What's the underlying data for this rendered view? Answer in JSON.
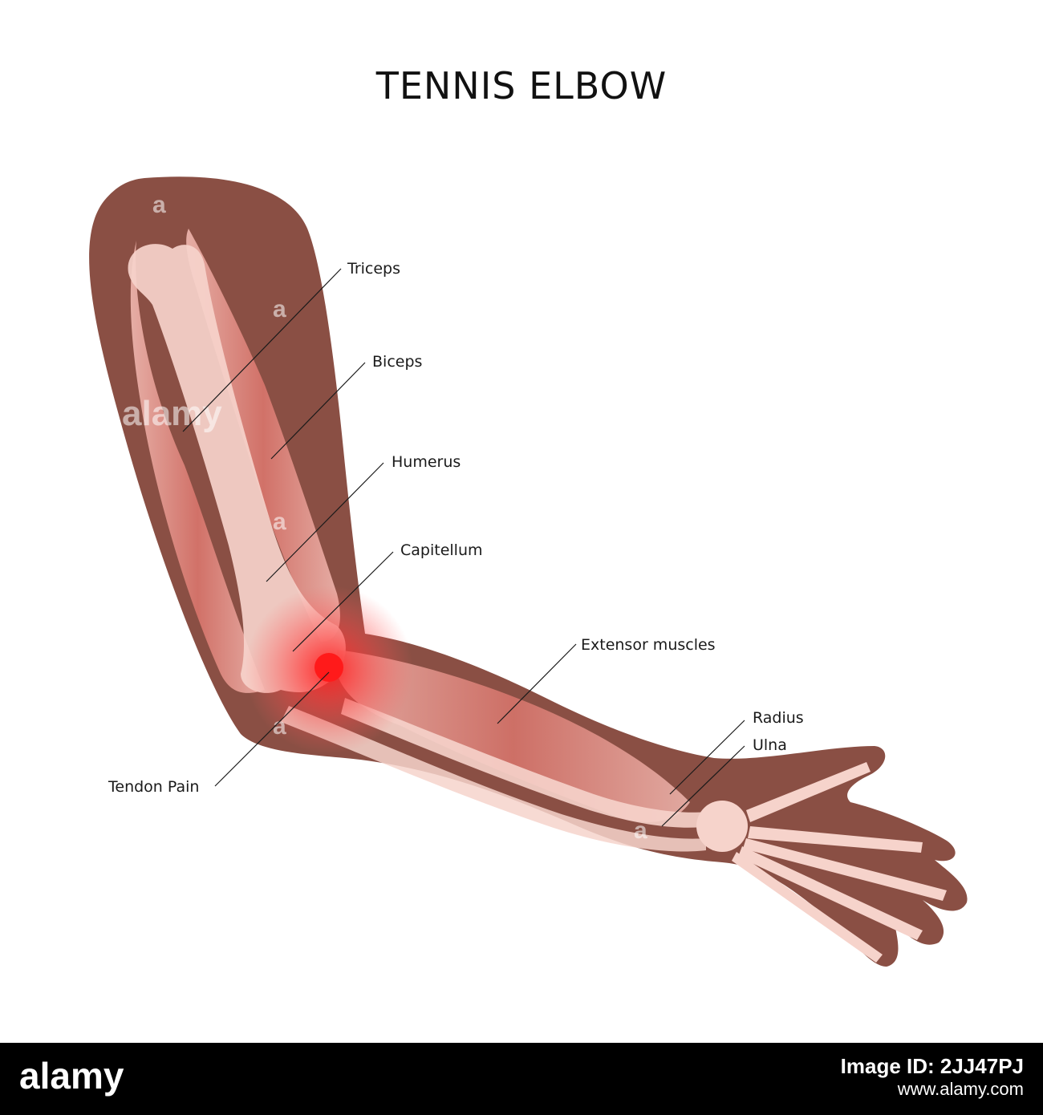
{
  "title": "TENNIS ELBOW",
  "labels": [
    {
      "key": "triceps",
      "text": "Triceps"
    },
    {
      "key": "biceps",
      "text": "Biceps"
    },
    {
      "key": "humerus",
      "text": "Humerus"
    },
    {
      "key": "capitellum",
      "text": "Capitellum"
    },
    {
      "key": "extensor",
      "text": "Extensor muscles"
    },
    {
      "key": "radius",
      "text": "Radius"
    },
    {
      "key": "ulna",
      "text": "Ulna"
    },
    {
      "key": "tendon",
      "text": "Tendon Pain"
    }
  ],
  "watermark": "alamy",
  "footer": {
    "logo": "alamy",
    "image_id": "Image ID: 2JJ47PJ",
    "url": "www.alamy.com"
  },
  "colors": {
    "skin": "#8a4f44",
    "bone": "#f6d3cb",
    "muscle": "#e39a92",
    "pain": "#ff2a2a"
  }
}
